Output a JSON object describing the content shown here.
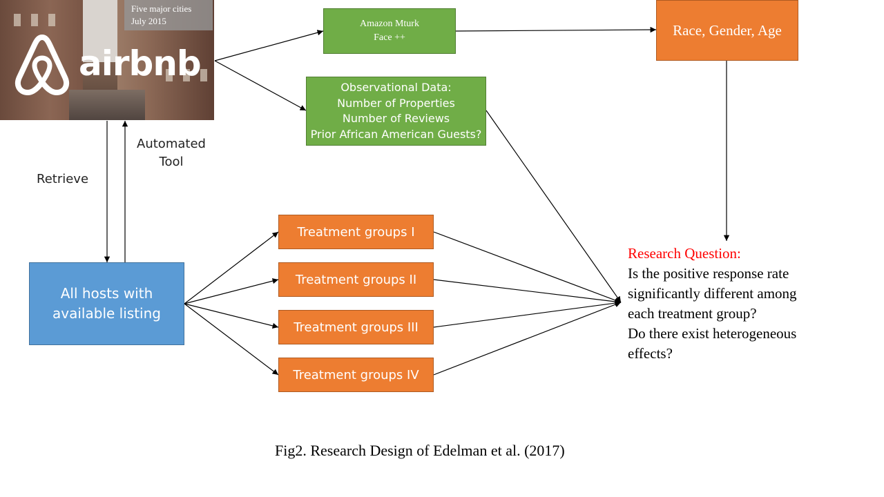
{
  "photo": {
    "caption_line1": "Five major cities",
    "caption_line2": "July 2015",
    "logo_text": "airbnb"
  },
  "labels": {
    "retrieve": "Retrieve",
    "automated_line1": "Automated",
    "automated_line2": "Tool"
  },
  "boxes": {
    "mturk": {
      "line1": "Amazon  Mturk",
      "line2": "Face ++"
    },
    "observational": {
      "line1": "Observational Data:",
      "line2": "Number of Properties",
      "line3": "Number of Reviews",
      "line4": "Prior African American Guests?"
    },
    "demographics": "Race, Gender, Age",
    "hosts": {
      "line1": "All hosts with",
      "line2": "available listing"
    },
    "treatments": [
      "Treatment groups I",
      "Treatment groups II",
      "Treatment groups III",
      "Treatment groups IV"
    ]
  },
  "research_question": {
    "title": "Research Question:",
    "line1": "Is the positive response rate",
    "line2": "significantly  different among",
    "line3": "each treatment group?",
    "line4": "Do there exist heterogeneous",
    "line5": "effects?"
  },
  "figure_caption": "Fig2. Research Design of Edelman et al. (2017)",
  "colors": {
    "green": "#70ad47",
    "orange": "#ed7d31",
    "blue": "#5b9bd5",
    "research_title": "#ff0000"
  }
}
